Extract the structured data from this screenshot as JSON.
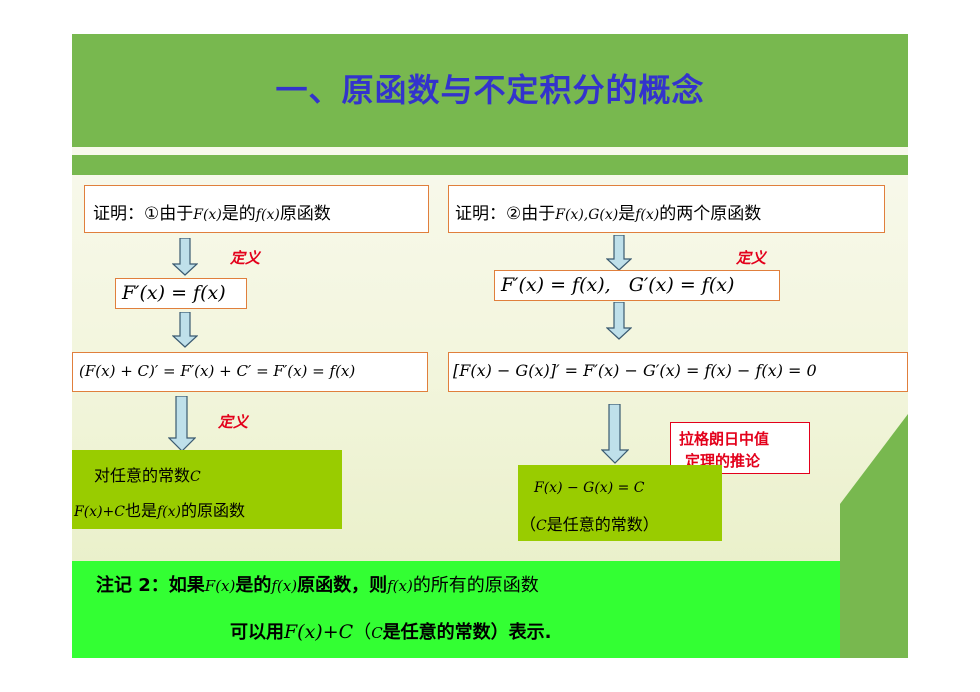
{
  "title": "一、原函数与不定积分的概念",
  "left": {
    "proof_box": {
      "prefix": "证明：①由于",
      "m1": "F(x)",
      "mid": "是的",
      "m2": "f(x)",
      "suffix": "原函数"
    },
    "def_label_1": "定义",
    "formula_1": "F′(x) = f(x)",
    "formula_2": "(F(x) + C)′ = F′(x) + C′ = F′(x) = f(x)",
    "def_label_2": "定义",
    "conclusion": {
      "line1_text": "对任意的常数",
      "line1_m": "C",
      "line2_m1": "F(x)+C",
      "line2_text": "也是",
      "line2_m2": "f(x)",
      "line2_suffix": "的原函数"
    }
  },
  "right": {
    "proof_box": {
      "prefix": "证明：②由于",
      "m1": "F(x),G(x)",
      "mid": "是",
      "m2": "f(x)",
      "suffix": "的两个原函数"
    },
    "def_label": "定义",
    "formula_1": "F′(x) = f(x),   G′(x) = f(x)",
    "formula_2": "[F(x) − G(x)]′ = F′(x) − G′(x) = f(x) − f(x) = 0",
    "theorem_line1": "拉格朗日中值",
    "theorem_line2": "定理的推论",
    "conclusion": {
      "formula": "F(x) − G(x) = C",
      "paren_open": "（",
      "m": "C",
      "text": "是任意的常数）"
    }
  },
  "note": {
    "line1": {
      "prefix": "注记 2：如果",
      "m1": "F(x)",
      "mid": "是的",
      "m2": "f(x)",
      "t2": "原函数，则",
      "m3": "f(x)",
      "t3": "的所有的原函数"
    },
    "line2": {
      "prefix": "可以用",
      "m1": "F(x)+C",
      "t1": "（",
      "m2": "C",
      "t2": "是任意的常数）表示."
    }
  },
  "colors": {
    "title_bar": "#78b84f",
    "title_text": "#3333cc",
    "box_border": "#e07f3c",
    "red": "#e3001b",
    "olive_green": "#99cc00",
    "note_green": "#33ff33",
    "arrow_fill": "#bfe0ea"
  }
}
